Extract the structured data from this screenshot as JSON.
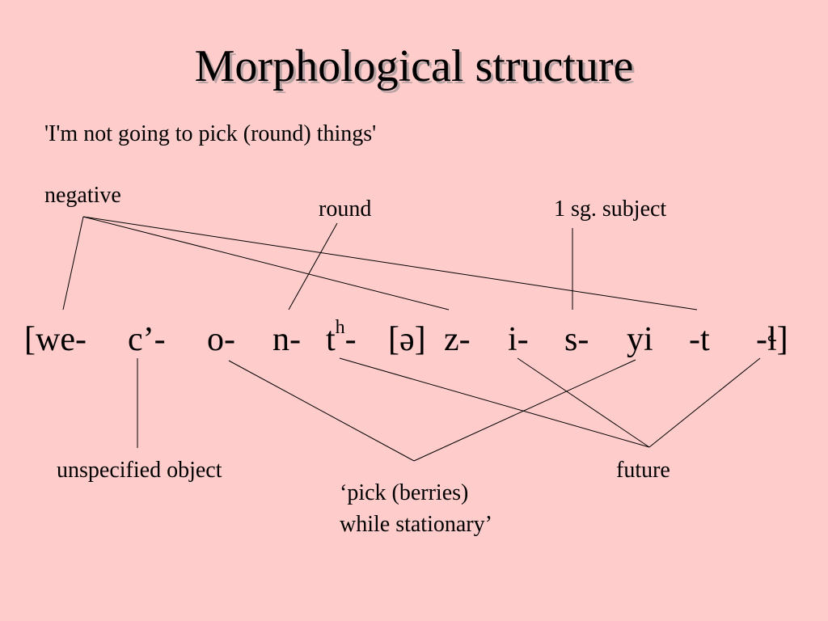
{
  "slide": {
    "title": "Morphological structure",
    "translation": "'I'm not going to pick (round) things'",
    "labels": {
      "negative": "negative",
      "round": "round",
      "subject": "1 sg. subject",
      "unspecified_object": "unspecified object",
      "future": "future",
      "pick_line1": "‘pick (berries)",
      "pick_line2": "while stationary’"
    },
    "morphemes": {
      "we": "[we-",
      "c": "c’-",
      "o": "o-",
      "n": "n-",
      "th_base": "t",
      "th_sup": "h",
      "th_dash": "-",
      "schwa": "[ə]",
      "z": "z-",
      "i": "i-",
      "s": "s-",
      "yi": "yi",
      "t": "-t",
      "lh": "-ɬ]"
    }
  }
}
